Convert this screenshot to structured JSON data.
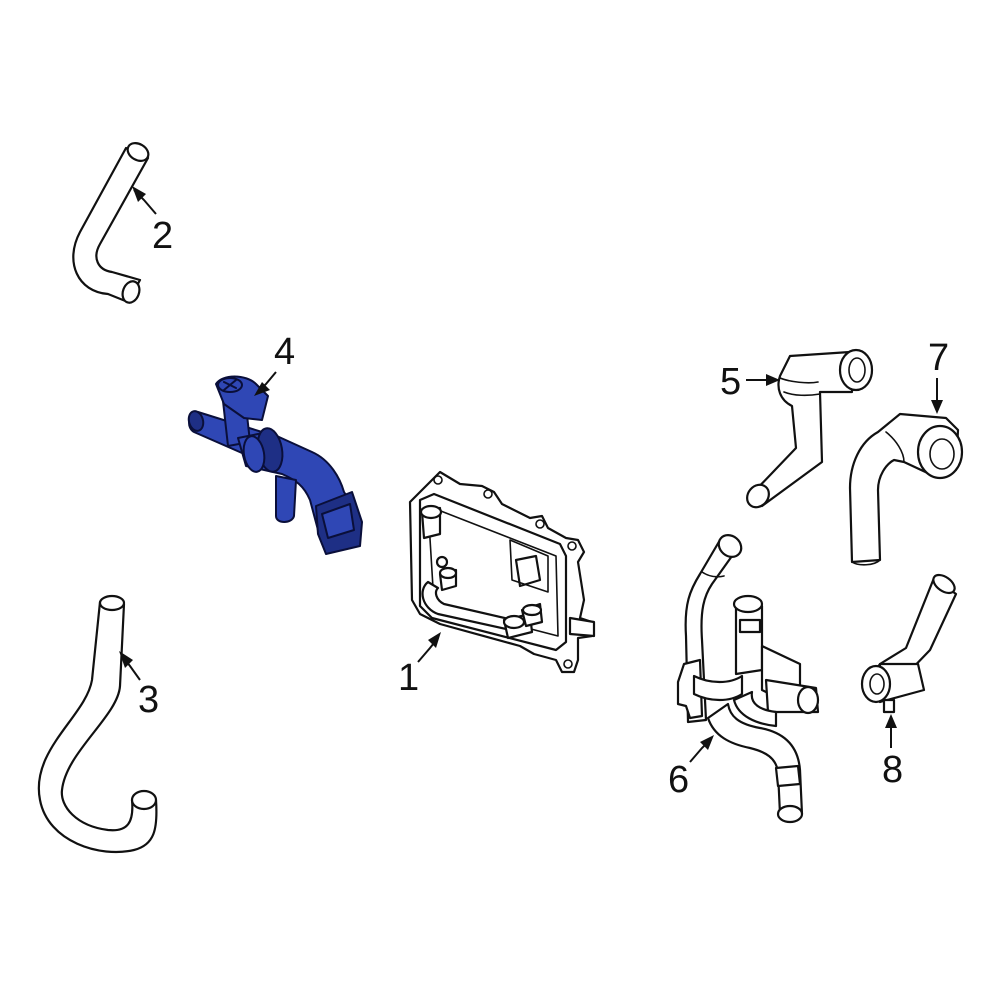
{
  "colors": {
    "highlight": "#2f47b5",
    "highlight_dark": "#1e2f85",
    "line": "#111111",
    "background": "#ffffff"
  },
  "callouts": {
    "part_1": "1",
    "part_2": "2",
    "part_3": "3",
    "part_4": "4",
    "part_5": "5",
    "part_6": "6",
    "part_7": "7",
    "part_8": "8"
  },
  "highlighted_part": "4"
}
